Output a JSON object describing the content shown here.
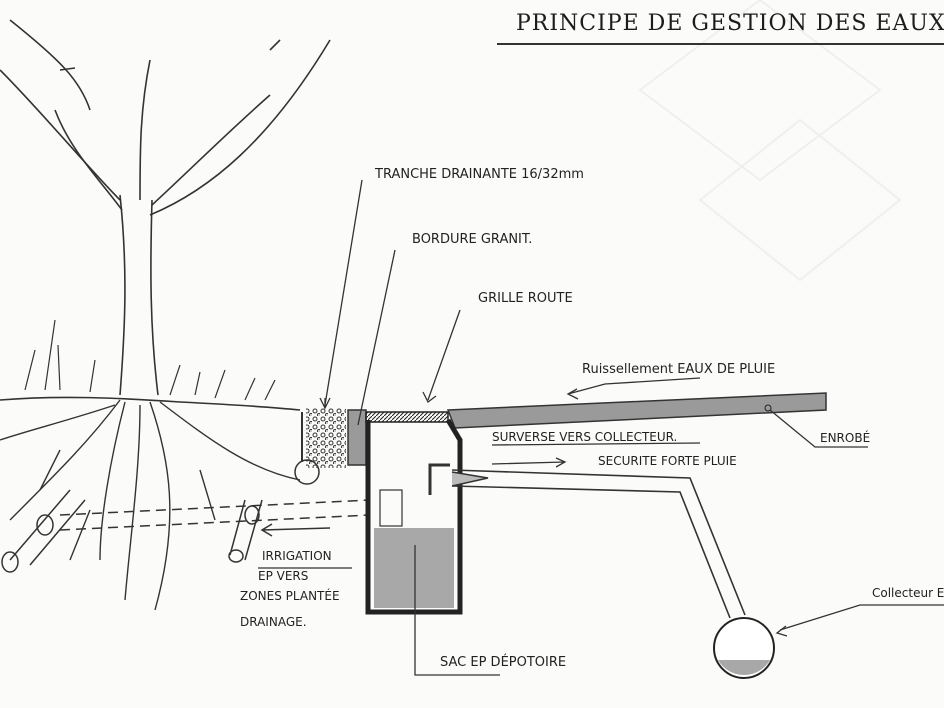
{
  "title": "PRINCIPE DE GESTION DES EAUX PLUVIALES",
  "labels": {
    "tranchee": "TRANCHE DRAINANTE 16/32mm",
    "bordure": "BORDURE GRANIT.",
    "grille": "GRILLE ROUTE",
    "ruissellement": "Ruissellement EAUX DE PLUIE",
    "enrobe": "ENROBÉ",
    "surverse": "SURVERSE VERS COLLECTEUR.",
    "securite": "SECURITE FORTE PLUIE",
    "irrigation_1": "IRRIGATION",
    "irrigation_2": "EP VERS",
    "irrigation_3": "ZONES PLANTÉE",
    "irrigation_4": "DRAINAGE.",
    "sac": "SAC EP DÉPOTOIRE",
    "collecteur": "Collecteur EP"
  },
  "colors": {
    "ink": "#2a2a2a",
    "road": "#9a9a9a",
    "water": "#a8a8a8",
    "paper": "#fbfbfa"
  }
}
